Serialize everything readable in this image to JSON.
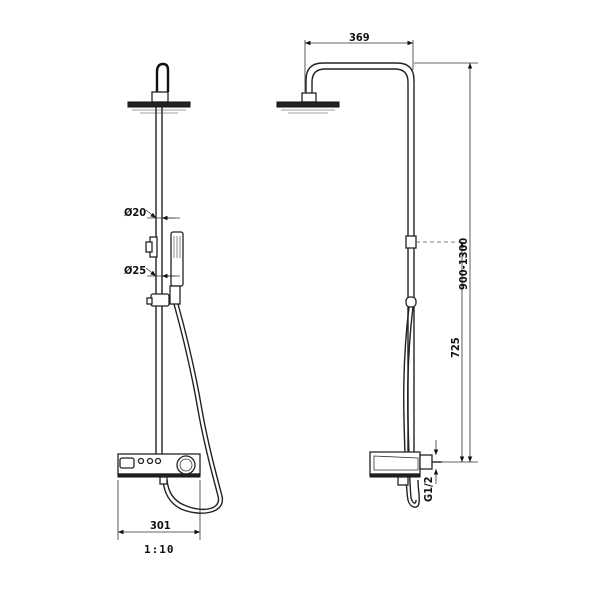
{
  "dimensions": {
    "arm_length": "369",
    "total_height": "900-1300",
    "slide_height": "725",
    "pipe_diameter_upper": "Ø20",
    "pipe_diameter_lower": "Ø25",
    "mixer_width": "301",
    "thread": "G1/2"
  },
  "scale": "1:10"
}
